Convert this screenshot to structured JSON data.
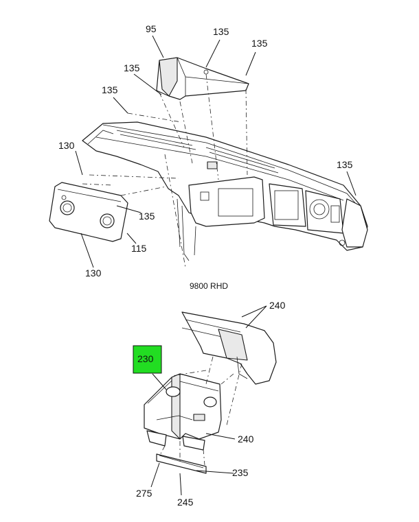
{
  "diagram": {
    "caption": "9800 RHD",
    "highlight_color": "#22dd22",
    "callouts": {
      "c95": "95",
      "c135a": "135",
      "c135b": "135",
      "c135c": "135",
      "c135d": "135",
      "c135e": "135",
      "c135f": "135",
      "c130a": "130",
      "c130b": "130",
      "c115": "115",
      "c240a": "240",
      "c240b": "240",
      "c230": "230",
      "c235": "235",
      "c275": "275",
      "c245": "245"
    }
  }
}
